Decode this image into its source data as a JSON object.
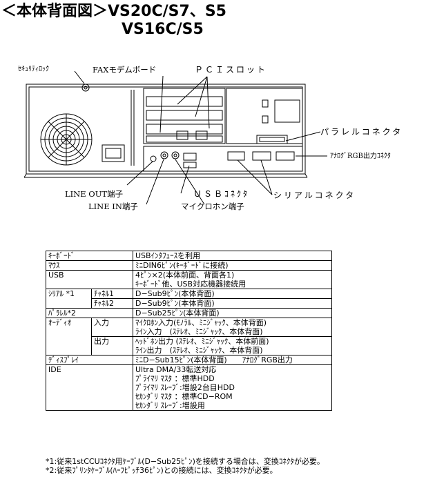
{
  "title": {
    "line1": "＜本体背面図＞VS20C/S7、S5",
    "line2": "VS16C/S5"
  },
  "labels": {
    "security_lock": "ｾｷｭﾘﾃｨﾛｯｸ",
    "fax_modem_board": "FAXモデムボード",
    "pci_slot": "ＰＣＩスロット",
    "parallel_connector": "パラレルコネクタ",
    "analog_rgb": "ｱﾅﾛｸﾞRGB出力ｺﾈｸﾀ",
    "line_out": "LINE OUT端子",
    "line_in": "LINE IN端子",
    "usb_connector": "ＵＳＢｺﾈｸﾀ",
    "mic_jack": "マイクロホン端子",
    "serial_connector": "シリアルコネクタ"
  },
  "spec": {
    "keyboard": {
      "label": "ｷｰﾎﾞｰﾄﾞ",
      "value": "USBｲﾝﾀﾌｪｰｽを利用"
    },
    "mouse": {
      "label": "ﾏｳｽ",
      "value": "ﾐﾆDIN6ﾋﾟﾝ(ｷｰﾎﾞｰﾄﾞに接続)"
    },
    "usb": {
      "label": "USB",
      "value1": "4ﾋﾟﾝ×2(本体前面、背面各1)",
      "value2": "ｷｰﾎﾞｰﾄﾞ他、USB対応機器接続用"
    },
    "serial": {
      "label": "ｼﾘｱﾙ *1",
      "ch1": "ﾁｬﾈﾙ1",
      "ch1_value": "D−Sub9ﾋﾟﾝ(本体背面)",
      "ch2": "ﾁｬﾈﾙ2",
      "ch2_value": "D−Sub9ﾋﾟﾝ(本体背面)"
    },
    "parallel": {
      "label": "ﾊﾟﾗﾚﾙ*2",
      "value": "D−Sub25ﾋﾟﾝ(本体背面)"
    },
    "audio": {
      "label": "ｵｰﾃﾞｨｵ",
      "in_label": "入力",
      "in1": "ﾏｲｸﾛﾎﾝ入力(ﾓﾉﾗﾙ、ﾐﾆｼﾞｬｯｸ、本体背面)",
      "in2": "ﾗｲﾝ入力　(ｽﾃﾚｵ、ﾐﾆｼﾞｬｯｸ、本体背面)",
      "out_label": "出力",
      "out1": "ﾍｯﾄﾞﾎﾝ出力 (ｽﾃﾚｵ、ﾐﾆｼﾞｬｯｸ、本体前面)",
      "out2": "ﾗｲﾝ出力　(ｽﾃﾚｵ、ﾐﾆｼﾞｬｯｸ、本体背面)"
    },
    "display": {
      "label": "ﾃﾞｨｽﾌﾟﾚｲ",
      "value": "ﾐﾆD−Sub15ﾋﾟﾝ(本体背面)　　ｱﾅﾛｸﾞRGB出力"
    },
    "ide": {
      "label": "IDE",
      "v1": "Ultra DMA/33転送対応",
      "v2": "ﾌﾟﾗｲﾏﾘ ﾏｽﾀ ：標準HDD",
      "v3": "ﾌﾟﾗｲﾏﾘ ｽﾚｰﾌﾞ:増設2台目HDD",
      "v4": "ｾｶﾝﾀﾞﾘ ﾏｽﾀ ：標準CD−ROM",
      "v5": "ｾｶﾝﾀﾞﾘ ｽﾚｰﾌﾞ:増設用"
    }
  },
  "notes": {
    "n1": "*1:従来1stCCUｺﾈｸﾀ用ｹｰﾌﾞﾙ(D−Sub25ﾋﾟﾝ)を接続する場合は、変換ｺﾈｸﾀが必要。",
    "n2": "*2:従来ﾌﾟﾘﾝﾀｹｰﾌﾞﾙ(ﾊｰﾌﾋﾟｯﾁ36ﾋﾟﾝ)との接続には、変換ｺﾈｸﾀが必要。"
  }
}
